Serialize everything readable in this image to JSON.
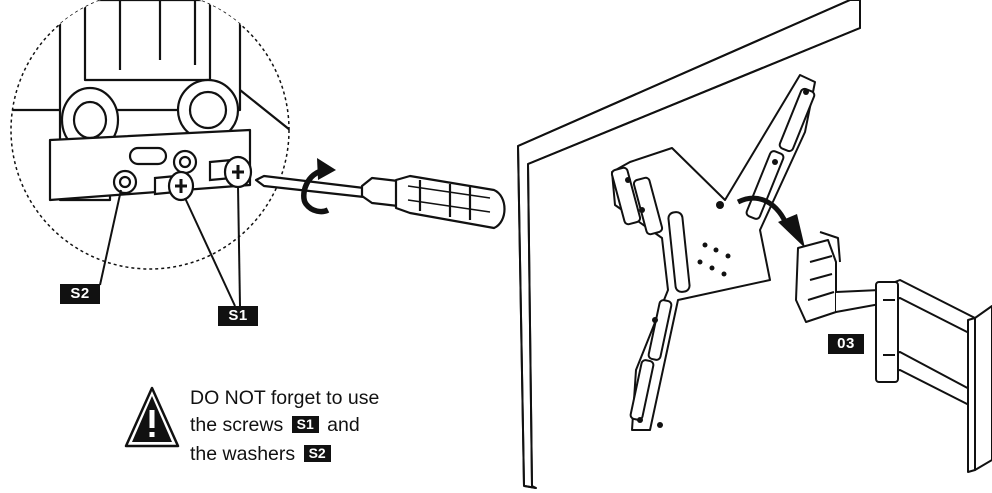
{
  "labels": {
    "s2": "S2",
    "s1": "S1",
    "arm": "03"
  },
  "warning": {
    "line1": "DO NOT forget to use",
    "line2_before": "the screws",
    "line2_badge": "S1",
    "line2_after": "and",
    "line3_before": "the washers",
    "line3_badge": "S2"
  },
  "colors": {
    "ink": "#111111",
    "panel": "#ffffff"
  },
  "icons": [
    "warning-triangle-icon",
    "rotate-arrow-icon",
    "screwdriver-icon",
    "screw-icon",
    "washer-icon"
  ]
}
